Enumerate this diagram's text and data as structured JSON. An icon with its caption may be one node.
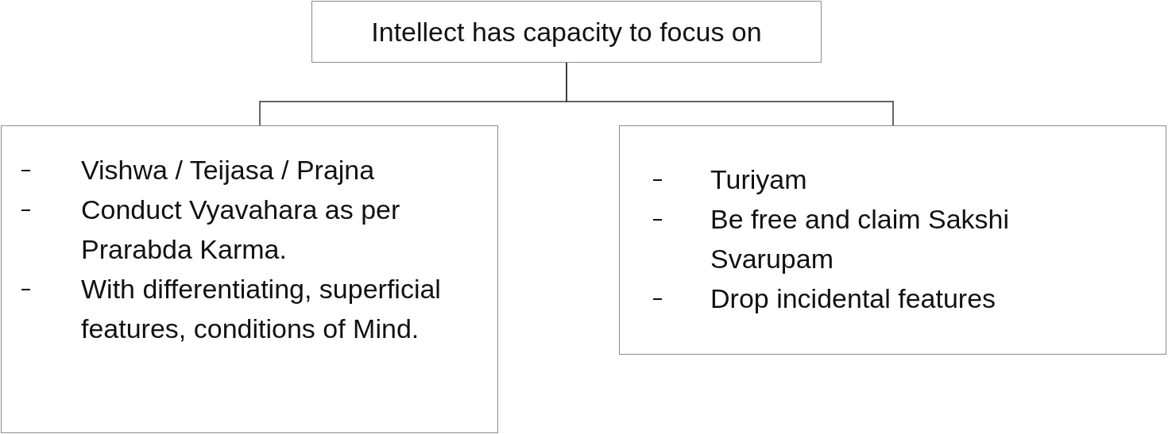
{
  "diagram": {
    "nodes": [
      {
        "text": [
          "Intellect has capacity to focus on"
        ]
      },
      {
        "text": [
          "Vishwa / Teijasa / Prajna",
          "Conduct Vyavahara as per Prarabda Karma.",
          "With differentiating, superficial features, conditions of Mind."
        ]
      },
      {
        "text": [
          "Turiyam",
          "Be free and claim Sakshi Svarupam",
          "Drop incidental features"
        ]
      }
    ],
    "edges": [
      {
        "from": 0,
        "to": 1,
        "arrow": "none"
      },
      {
        "from": 0,
        "to": 2,
        "arrow": "none"
      }
    ]
  }
}
